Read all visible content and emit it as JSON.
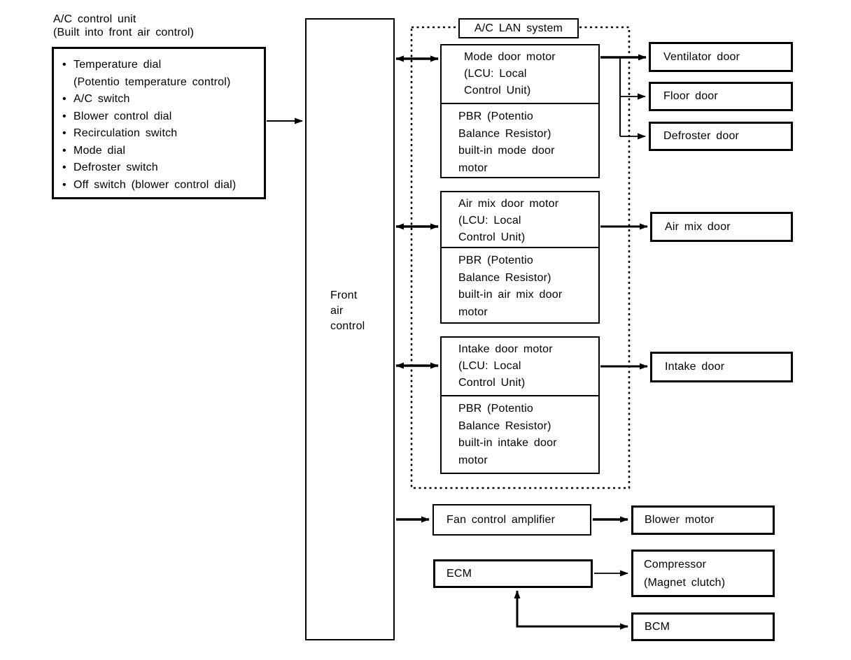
{
  "ac_unit": {
    "caption": "A/C control unit\n(Built into front air control)",
    "items": [
      "Temperature dial\n(Potentio temperature control)",
      "A/C switch",
      "Blower control dial",
      "Recirculation switch",
      "Mode dial",
      "Defroster switch",
      "Off switch (blower control dial)"
    ]
  },
  "front_air_control": "Front\nair\ncontrol",
  "lan_system": {
    "title": "A/C LAN system",
    "groups": [
      {
        "motor": "Mode door motor\n(LCU: Local\nControl Unit)",
        "pbr": "PBR (Potentio\nBalance Resistor)\nbuilt-in mode door\nmotor"
      },
      {
        "motor": "Air mix door motor\n(LCU: Local\nControl Unit)",
        "pbr": "PBR (Potentio\nBalance Resistor)\nbuilt-in air mix door\nmotor"
      },
      {
        "motor": "Intake door motor\n(LCU: Local\nControl Unit)",
        "pbr": "PBR (Potentio\nBalance Resistor)\nbuilt-in intake door\nmotor"
      }
    ]
  },
  "doors": {
    "ventilator": "Ventilator door",
    "floor": "Floor door",
    "defroster": "Defroster door",
    "air_mix": "Air mix door",
    "intake": "Intake door"
  },
  "bottom": {
    "fan_amp": "Fan control amplifier",
    "blower": "Blower motor",
    "ecm": "ECM",
    "compressor": "Compressor\n(Magnet clutch)",
    "bcm": "BCM"
  },
  "colors": {
    "line": "#000000",
    "background": "#ffffff"
  }
}
